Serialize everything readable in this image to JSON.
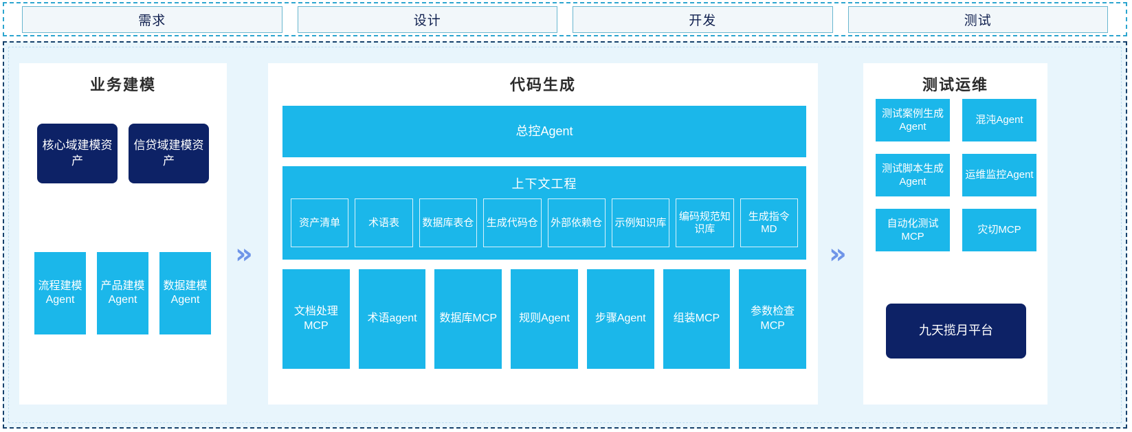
{
  "stages": {
    "items": [
      {
        "label": "需求"
      },
      {
        "label": "设计"
      },
      {
        "label": "开发"
      },
      {
        "label": "测试"
      }
    ]
  },
  "flow": {
    "chevron_icon": "»"
  },
  "panels": {
    "left": {
      "title": "业务建模",
      "assets": [
        {
          "label": "核心域建模资产"
        },
        {
          "label": "信贷域建模资产"
        }
      ],
      "agents": [
        {
          "label": "流程建模Agent"
        },
        {
          "label": "产品建模Agent"
        },
        {
          "label": "数据建模Agent"
        }
      ]
    },
    "center": {
      "title": "代码生成",
      "controller": {
        "label": "总控Agent"
      },
      "context": {
        "title": "上下文工程",
        "items": [
          {
            "label": "资产清单"
          },
          {
            "label": "术语表"
          },
          {
            "label": "数据库表仓"
          },
          {
            "label": "生成代码仓"
          },
          {
            "label": "外部依赖仓"
          },
          {
            "label": "示例知识库"
          },
          {
            "label": "编码规范知识库"
          },
          {
            "label": "生成指令MD"
          }
        ]
      },
      "tools": [
        {
          "label": "文档处理MCP"
        },
        {
          "label": "术语agent"
        },
        {
          "label": "数据库MCP"
        },
        {
          "label": "规则Agent"
        },
        {
          "label": "步骤Agent"
        },
        {
          "label": "组装MCP"
        },
        {
          "label": "参数检查MCP"
        }
      ]
    },
    "right": {
      "title": "测试运维",
      "items": [
        {
          "label": "测试案例生成Agent"
        },
        {
          "label": "混沌Agent"
        },
        {
          "label": "测试脚本生成Agent"
        },
        {
          "label": "运维监控Agent"
        },
        {
          "label": "自动化测试MCP"
        },
        {
          "label": "灾切MCP"
        }
      ],
      "platform": {
        "label": "九天揽月平台"
      }
    }
  },
  "colors": {
    "accent_blue": "#1bb7ea",
    "navy": "#0d2266",
    "chevron": "#6f95e8",
    "background": "#e8f5fc",
    "stage_border": "#68b6cf"
  }
}
